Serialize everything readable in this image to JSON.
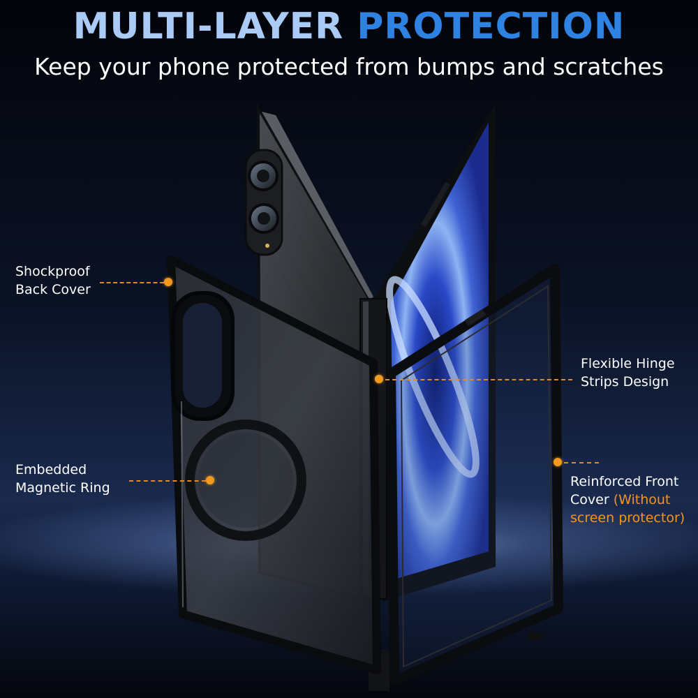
{
  "header": {
    "title_part1": "MULTI-LAYER",
    "title_part2": "PROTECTION",
    "subtitle": "Keep your phone protected from bumps and scratches"
  },
  "callouts": {
    "back_cover": {
      "line1": "Shockproof",
      "line2": "Back Cover"
    },
    "magnetic_ring": {
      "line1": "Embedded",
      "line2": "Magnetic Ring"
    },
    "hinge": {
      "line1": "Flexible Hinge",
      "line2": "Strips Design"
    },
    "front_cover": {
      "line1": "Reinforced Front",
      "line2a": "Cover",
      "line2b": "(Without",
      "line3": "screen protector)"
    }
  },
  "colors": {
    "title_light": "#a9cbf6",
    "title_blue": "#2d82e2",
    "accent_orange": "#f49420",
    "text": "#ffffff"
  }
}
